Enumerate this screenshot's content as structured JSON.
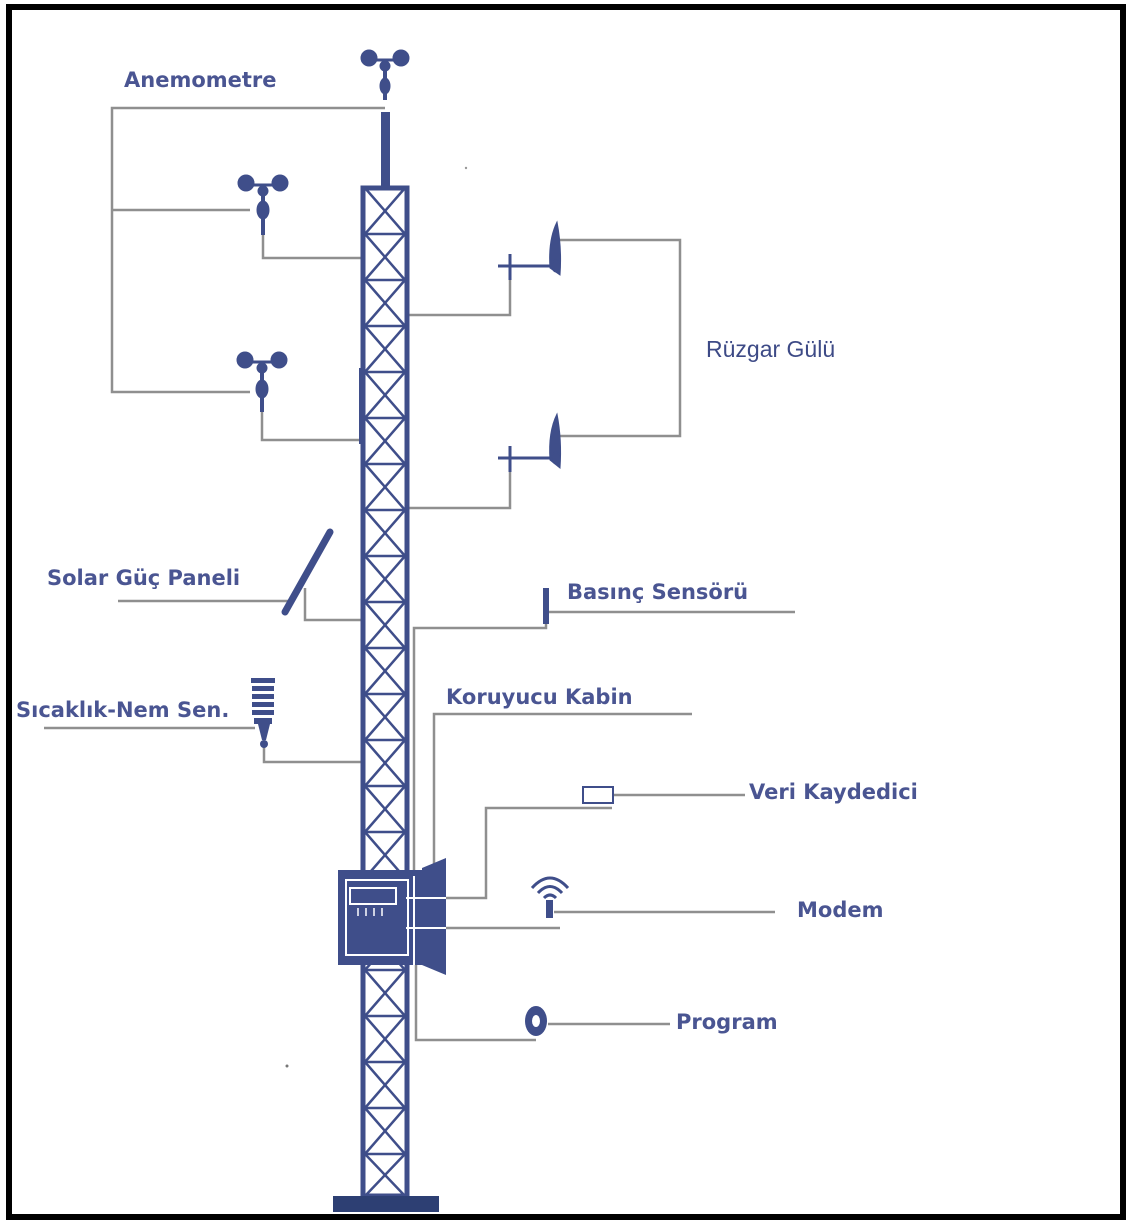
{
  "colors": {
    "tower": "#3f4e8a",
    "line": "#8f8f8f",
    "label": "#4a5592",
    "frame": "#000000"
  },
  "labels": {
    "anemometre": "Anemometre",
    "ruzgar_gulu": "Rüzgar Gülü",
    "solar": "Solar Güç Paneli",
    "basinc": "Basınç Sensörü",
    "sicaklik": "Sıcaklık-Nem Sen.",
    "koruyucu": "Koruyucu Kabin",
    "veri": "Veri Kaydedici",
    "modem": "Modem",
    "program": "Program"
  },
  "icons": [
    "anemometer-icon",
    "wind-vane-icon",
    "solar-panel-icon",
    "pressure-sensor-icon",
    "temp-humidity-sensor-icon",
    "cabinet-icon",
    "data-logger-icon",
    "modem-wifi-icon",
    "program-disc-icon"
  ]
}
